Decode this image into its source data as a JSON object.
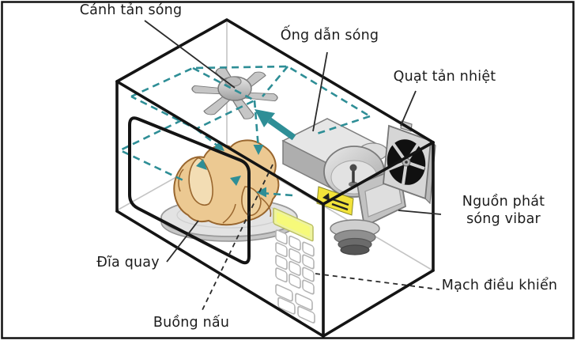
{
  "labels": {
    "stirrer_fan": "Cánh tản sóng",
    "waveguide": "Ống dẫn sóng",
    "cooling_fan": "Quạt tản nhiệt",
    "magnetron_line1": "Nguồn phát",
    "magnetron_line2": "sóng vibar",
    "control_board": "Mạch điều khiển",
    "turntable": "Đĩa quay",
    "cooking_chamber": "Buồng nấu"
  },
  "colors": {
    "outline": "#141414",
    "microwave_wave": "#2e8e96",
    "chicken_body": "#ecc992",
    "chicken_outline": "#99662e",
    "warning_label": "#f2e23a",
    "display_panel": "#f6fa7a"
  }
}
